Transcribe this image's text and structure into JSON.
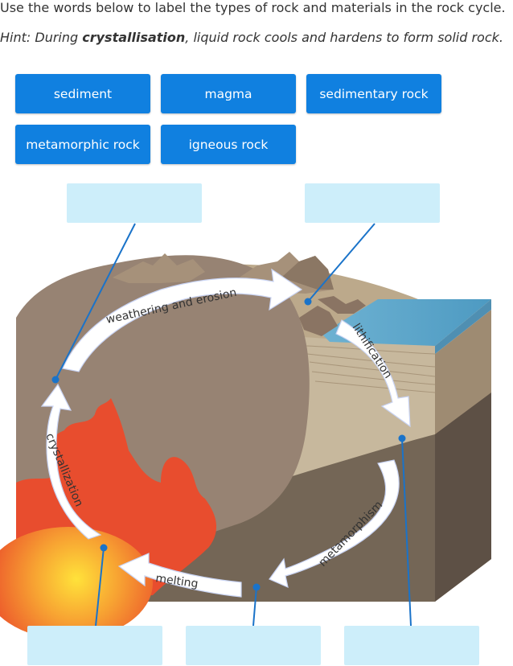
{
  "instruction": "Use the words below to label the types of rock and materials in the rock cycle.",
  "hint": {
    "prefix": "Hint: During ",
    "bold": "crystallisation",
    "suffix": ", liquid rock cools and hardens to form solid rock."
  },
  "word_bank": [
    "sediment",
    "magma",
    "sedimentary rock",
    "metamorphic rock",
    "igneous rock"
  ],
  "arrows": {
    "weathering": "weathering and erosion",
    "lithification": "lithification",
    "metamorphism": "metamorphism",
    "melting": "melting",
    "crystallization": "crystallization"
  },
  "colors": {
    "chip": "#1080e0",
    "drop_zone": "#cdeefa",
    "leader_line": "#1a73c9"
  }
}
